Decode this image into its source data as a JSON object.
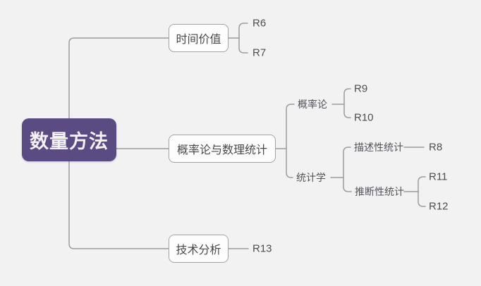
{
  "diagram": {
    "title": "数量方法 mind map",
    "tree": {
      "label": "数量方法",
      "children": [
        {
          "label": "时间价值",
          "children": [
            {
              "label": "R6"
            },
            {
              "label": "R7"
            }
          ]
        },
        {
          "label": "概率论与数理统计",
          "children": [
            {
              "label": "概率论",
              "children": [
                {
                  "label": "R9"
                },
                {
                  "label": "R10"
                }
              ]
            },
            {
              "label": "统计学",
              "children": [
                {
                  "label": "描述性统计",
                  "children": [
                    {
                      "label": "R8"
                    }
                  ]
                },
                {
                  "label": "推断性统计",
                  "children": [
                    {
                      "label": "R11"
                    },
                    {
                      "label": "R12"
                    }
                  ]
                }
              ]
            }
          ]
        },
        {
          "label": "技术分析",
          "children": [
            {
              "label": "R13"
            }
          ]
        }
      ]
    }
  },
  "colors": {
    "background": "#f3f2f2",
    "root_bg": "#5a4b83",
    "root_text": "#f4f1f6",
    "box_bg": "#fdfdfd",
    "box_border": "#a5a1a6",
    "line": "#9e9aa0",
    "text": "#4b484c",
    "leaf_text": "#55525a"
  }
}
